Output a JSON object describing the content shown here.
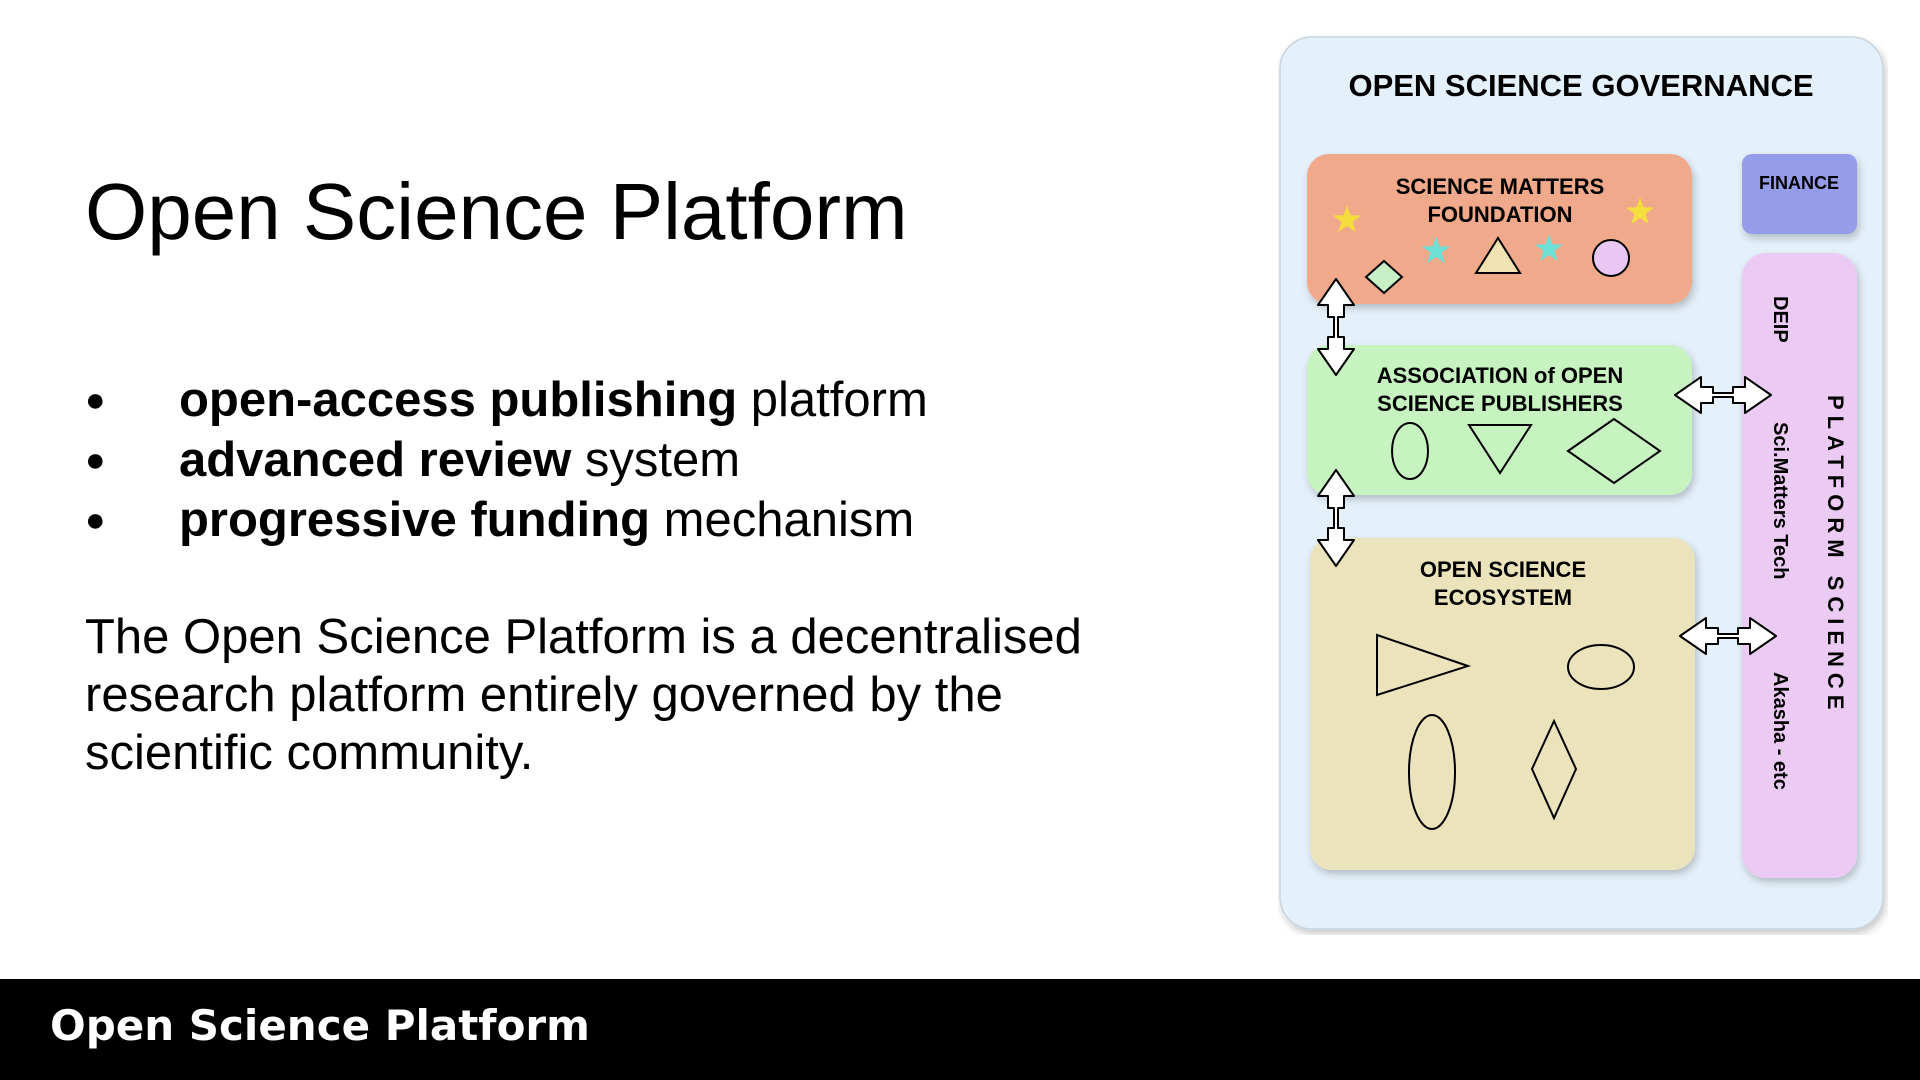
{
  "slide": {
    "title": "Open Science Platform",
    "bullets": [
      {
        "bold": "open-access publishing",
        "rest": " platform"
      },
      {
        "bold": "advanced review",
        "rest": " system"
      },
      {
        "bold": "progressive funding",
        "rest": " mechanism"
      }
    ],
    "bullet_symbol": "●",
    "description": "The Open Science Platform is a decentralised research platform entirely governed by the scientific community.",
    "footer": "Open Science Platform"
  },
  "diagram": {
    "title": "OPEN SCIENCE GOVERNANCE",
    "foundation": {
      "line1": "SCIENCE MATTERS",
      "line2": "FOUNDATION",
      "color": "#f0a98a"
    },
    "association": {
      "line1": "ASSOCIATION of OPEN",
      "line2": "SCIENCE PUBLISHERS",
      "color": "#c6f3c0"
    },
    "ecosystem": {
      "line1": "OPEN SCIENCE",
      "line2": "ECOSYSTEM",
      "color": "#ebe3bb"
    },
    "finance": {
      "label": "FINANCE",
      "color": "#959dea"
    },
    "platform": {
      "label": "PLATFORM SCIENCE",
      "items": [
        "DEIP",
        "Sci.Matters Tech",
        "Akasha - etc"
      ],
      "color": "#ebcbf3"
    },
    "background_color": "#e4f0fa"
  }
}
